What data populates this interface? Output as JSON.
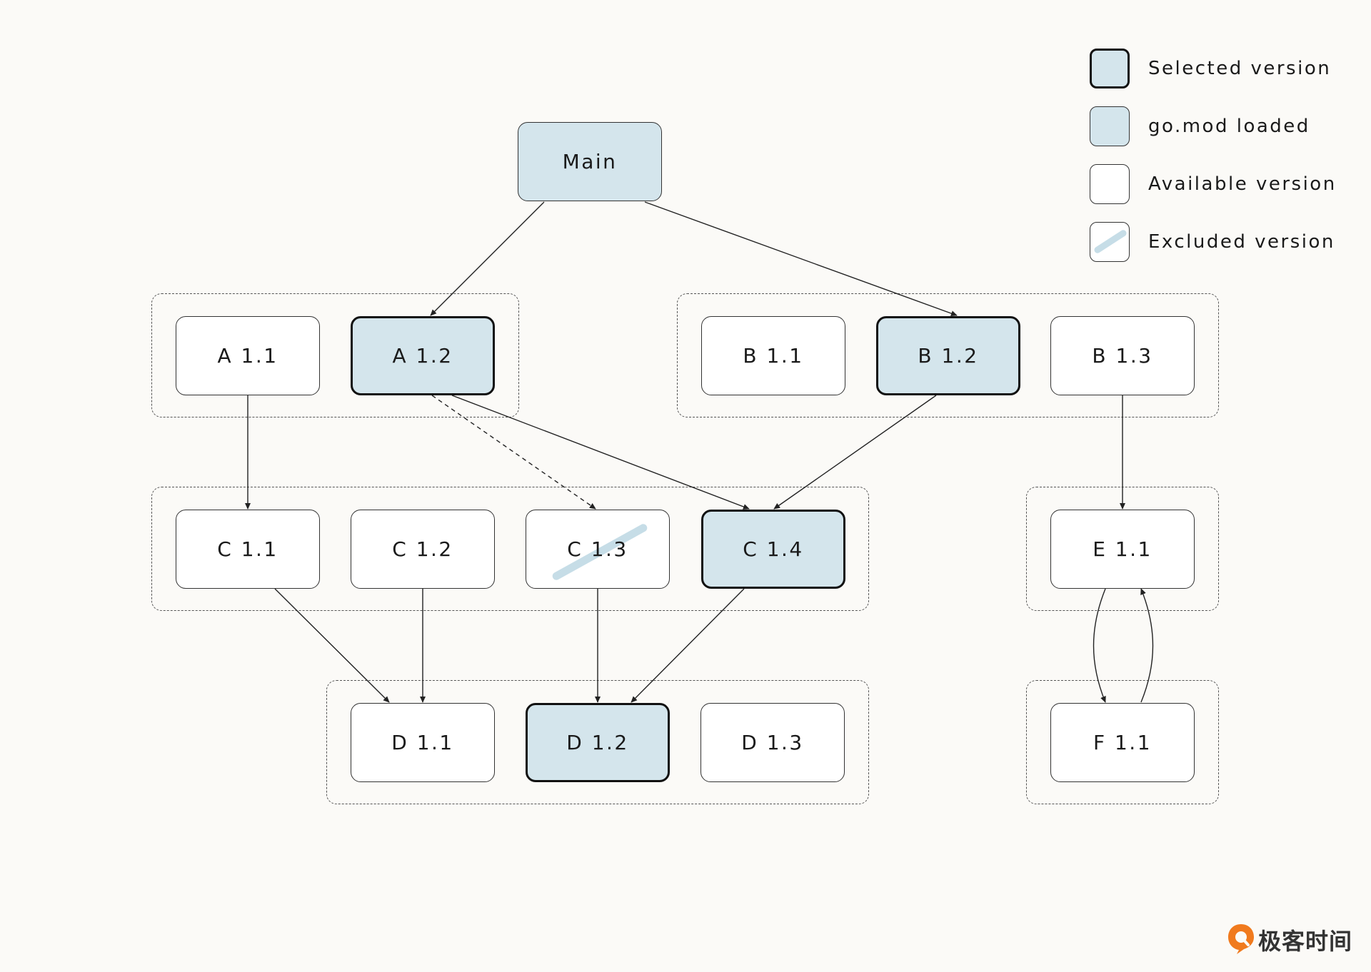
{
  "legend": [
    {
      "label": "Selected version",
      "style": "selected"
    },
    {
      "label": "go.mod loaded",
      "style": "loaded"
    },
    {
      "label": "Available version",
      "style": "available"
    },
    {
      "label": "Excluded version",
      "style": "excluded"
    }
  ],
  "nodes": {
    "main": {
      "label": "Main",
      "style": "loaded"
    },
    "a11": {
      "label": "A 1.1",
      "style": "available"
    },
    "a12": {
      "label": "A 1.2",
      "style": "selected"
    },
    "b11": {
      "label": "B 1.1",
      "style": "available"
    },
    "b12": {
      "label": "B 1.2",
      "style": "selected"
    },
    "b13": {
      "label": "B 1.3",
      "style": "available"
    },
    "c11": {
      "label": "C 1.1",
      "style": "available"
    },
    "c12": {
      "label": "C 1.2",
      "style": "available"
    },
    "c13": {
      "label": "C 1.3",
      "style": "excluded"
    },
    "c14": {
      "label": "C 1.4",
      "style": "selected"
    },
    "e11": {
      "label": "E 1.1",
      "style": "available"
    },
    "d11": {
      "label": "D 1.1",
      "style": "available"
    },
    "d12": {
      "label": "D 1.2",
      "style": "selected"
    },
    "d13": {
      "label": "D 1.3",
      "style": "available"
    },
    "f11": {
      "label": "F 1.1",
      "style": "available"
    }
  },
  "edges": [
    {
      "from": "main",
      "to": "a12",
      "style": "solid"
    },
    {
      "from": "main",
      "to": "b12",
      "style": "solid"
    },
    {
      "from": "a11",
      "to": "c11",
      "style": "solid"
    },
    {
      "from": "a12",
      "to": "c13",
      "style": "dashed"
    },
    {
      "from": "a12",
      "to": "c14",
      "style": "solid"
    },
    {
      "from": "b12",
      "to": "c14",
      "style": "solid"
    },
    {
      "from": "b13",
      "to": "e11",
      "style": "solid"
    },
    {
      "from": "c11",
      "to": "d11",
      "style": "solid"
    },
    {
      "from": "c12",
      "to": "d11",
      "style": "solid"
    },
    {
      "from": "c13",
      "to": "d12",
      "style": "solid"
    },
    {
      "from": "c14",
      "to": "d12",
      "style": "solid"
    },
    {
      "from": "e11",
      "to": "f11",
      "style": "solid"
    },
    {
      "from": "f11",
      "to": "e11",
      "style": "solid"
    }
  ],
  "colors": {
    "background": "#fbfaf7",
    "selected_fill": "#d4e5ec",
    "excluded_strike": "#c6dde7",
    "brand_orange": "#f07a1e"
  },
  "brand": {
    "name": "极客时间",
    "icon": "geektime-logo-icon"
  }
}
